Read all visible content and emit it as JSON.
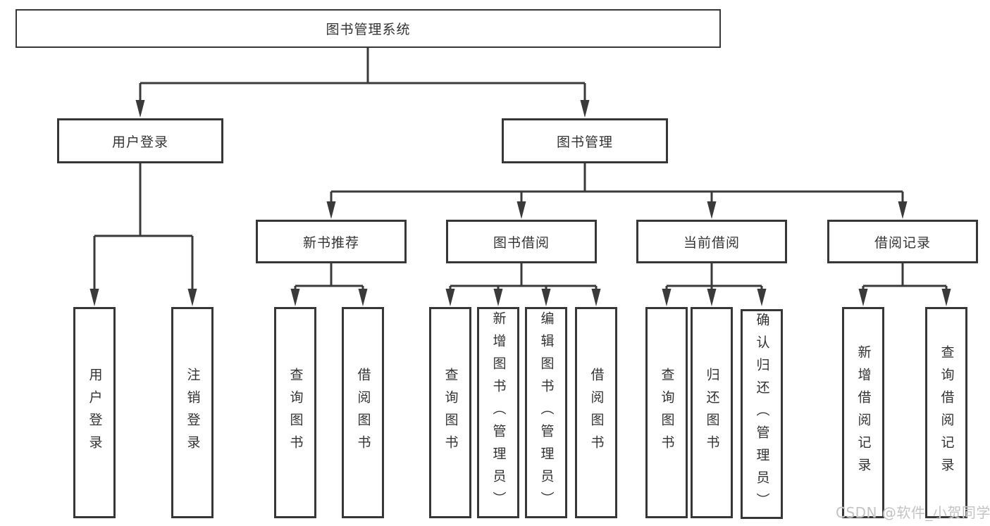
{
  "diagram": {
    "root": {
      "label": "图书管理系统"
    },
    "branches": [
      {
        "label": "用户登录",
        "children": [
          "用户登录",
          "注销登录"
        ]
      },
      {
        "label": "图书管理",
        "children": [
          {
            "label": "新书推荐",
            "children": [
              "查询图书",
              "借阅图书"
            ]
          },
          {
            "label": "图书借阅",
            "children": [
              "查询图书",
              "新增图书（管理员）",
              "编辑图书（管理员）",
              "借阅图书"
            ]
          },
          {
            "label": "当前借阅",
            "children": [
              "查询图书",
              "归还图书",
              "确认归还（管理员）"
            ]
          },
          {
            "label": "借阅记录",
            "children": [
              "新增借阅记录",
              "查询借阅记录"
            ]
          }
        ]
      }
    ]
  },
  "watermark": {
    "text": "CSDN @软件_小贺同学"
  },
  "colors": {
    "line": "#3a3a3a",
    "border": "#373737",
    "text": "#333333",
    "watermark": "#c3c3c3",
    "background": "#ffffff"
  }
}
